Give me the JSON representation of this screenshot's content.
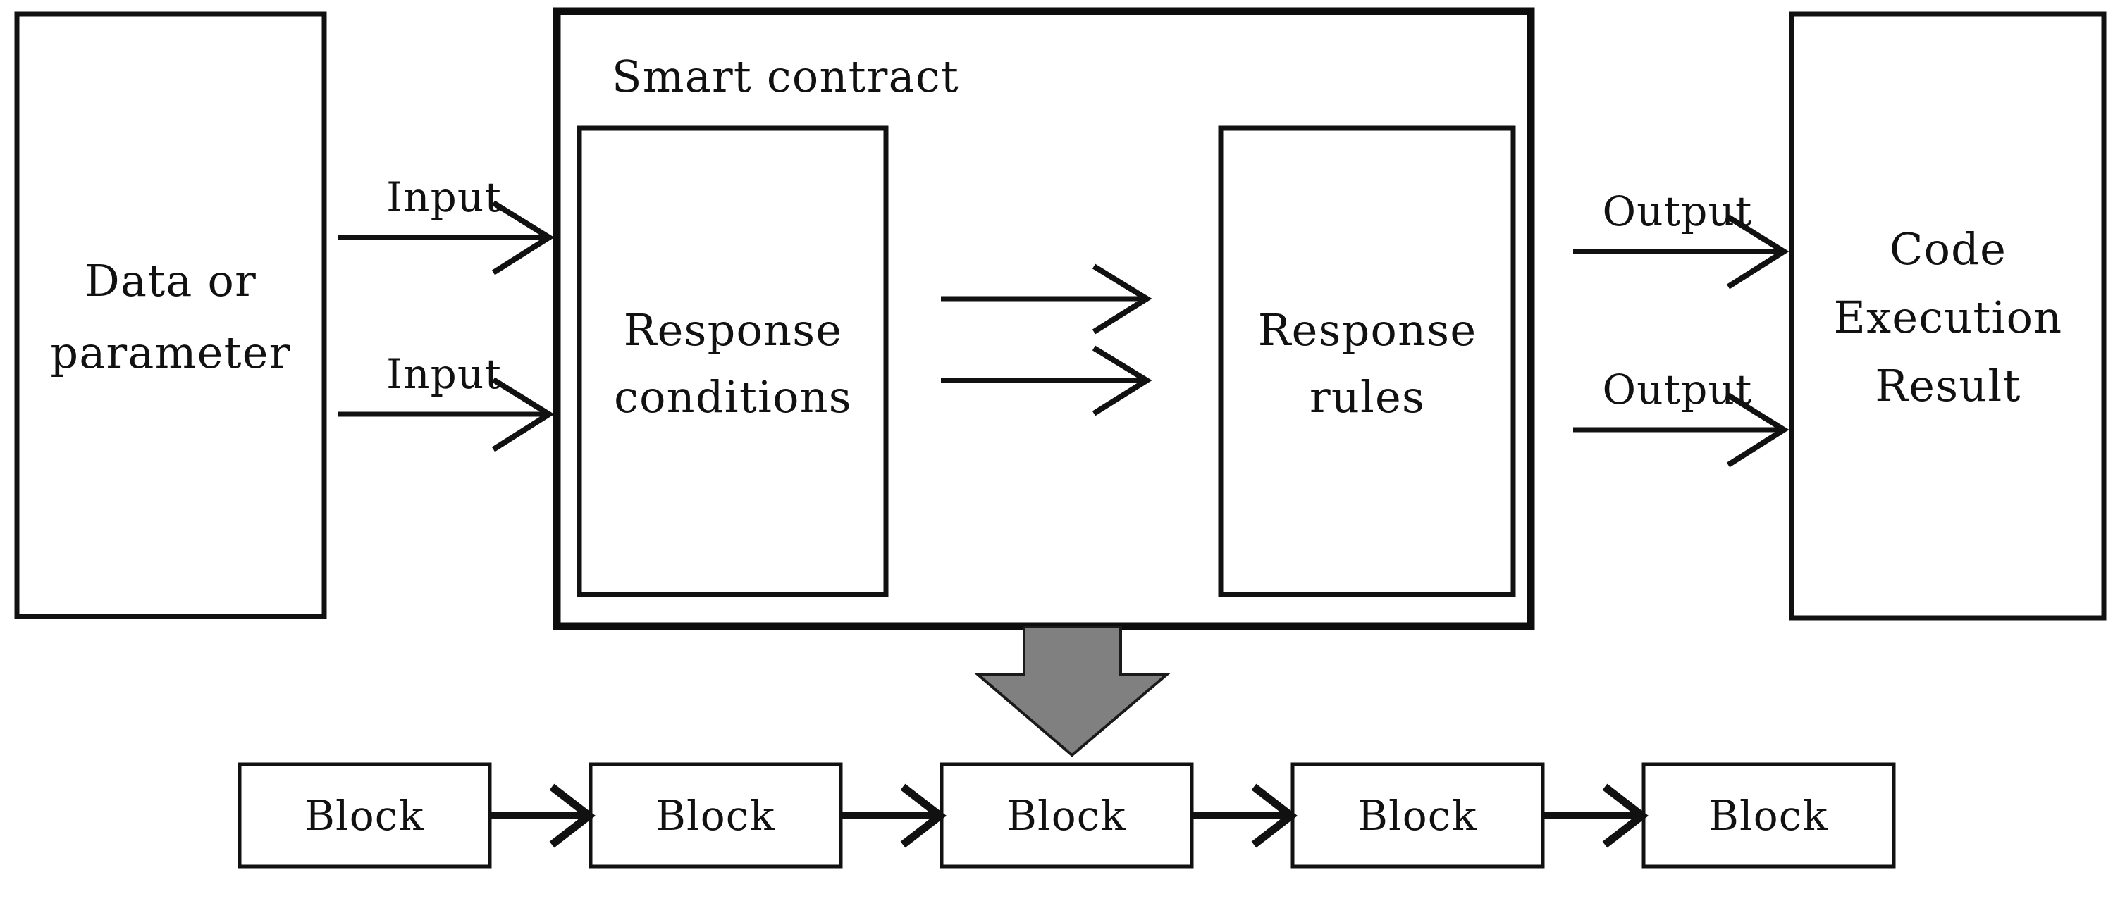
{
  "diagram": {
    "title": "Smart contract execution and blockchain recording",
    "background_color": "#ffffff",
    "line_color": "#111111",
    "arrow_fill_gray": "#808080"
  },
  "nodes": {
    "input_box": {
      "name": "data-or-parameter",
      "lines": [
        "Data or",
        "parameter"
      ]
    },
    "smart_contract": {
      "name": "smart-contract",
      "title": "Smart contract",
      "inner": {
        "response_conditions": {
          "name": "response-conditions",
          "lines": [
            "Response",
            "conditions"
          ]
        },
        "response_rules": {
          "name": "response-rules",
          "lines": [
            "Response",
            "rules"
          ]
        }
      }
    },
    "output_box": {
      "name": "code-execution-result",
      "lines": [
        "Code",
        "Execution",
        "Result"
      ]
    }
  },
  "edges": {
    "input_labels": [
      "Input",
      "Input"
    ],
    "output_labels": [
      "Output",
      "Output"
    ],
    "internal_arrow_count": 2,
    "deploy_arrow": {
      "name": "deploy-down-arrow",
      "label": "",
      "fill": "#808080"
    }
  },
  "blockchain": {
    "name": "block-chain",
    "blocks": [
      {
        "label": "Block"
      },
      {
        "label": "Block"
      },
      {
        "label": "Block"
      },
      {
        "label": "Block"
      },
      {
        "label": "Block"
      }
    ],
    "connector_count": 4
  }
}
